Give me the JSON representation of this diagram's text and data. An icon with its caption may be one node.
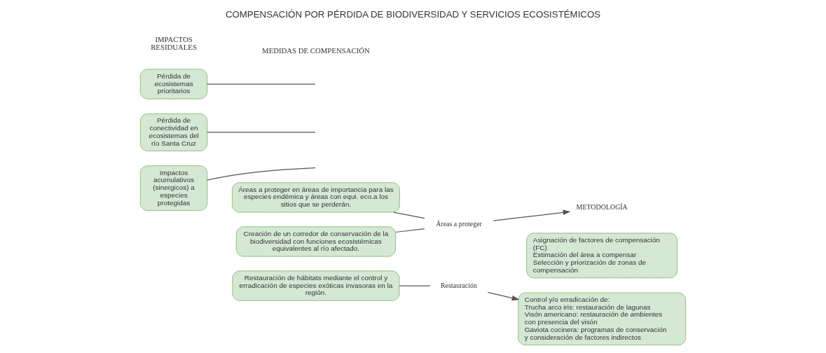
{
  "diagram": {
    "title": "COMPENSACIÓN POR PÉRDIDA DE BIODIVERSIDAD Y SERVICIOS ECOSISTÉMICOS",
    "nodes": [
      {
        "text": [
          "Pérdida de ecosistemas prioritarios"
        ]
      },
      {
        "text": [
          "Pérdida de conectividad en ecosistemas del río Santa Cruz"
        ]
      },
      {
        "text": [
          "Impactos acumulativos (sinergicos) a especies protegidas"
        ]
      },
      {
        "text": [
          "Áreas a proteger en áreas de importancia para las especies endémica y áreas con equi. eco.a los sitios que se perderán."
        ]
      },
      {
        "text": [
          "Creación de un corredor de conservación de la biodiversidad con funciones ecosistémicas equivalentes al río afectado."
        ]
      },
      {
        "text": [
          "Restauración de hábitats mediante el control y erradicación de especies exóticas invasoras en la región."
        ]
      },
      {
        "text": [
          "Áreas a proteger"
        ]
      },
      {
        "text": [
          "Restauración"
        ]
      },
      {
        "text": [
          "METODOLOGÍA"
        ]
      },
      {
        "text": [
          "Asignación de factores de compensación (FC)",
          "Estimación del área a compensar",
          "Selección y priorización de zonas de compensación"
        ]
      },
      {
        "text": [
          "Control y/o erradicación de:",
          "Trucha arco iris: restauración de lagunas",
          "Visón americano: restauración de ambientes con presencia del visón",
          "Gaviota cocinera: programas de conservación y consideración de factores indirectos"
        ]
      }
    ],
    "edges": [
      {
        "from": 0,
        "to": null,
        "arrow": "none"
      },
      {
        "from": 1,
        "to": null,
        "arrow": "none"
      },
      {
        "from": 2,
        "to": null,
        "arrow": "none"
      },
      {
        "from": 3,
        "to": 6,
        "arrow": "none"
      },
      {
        "from": 4,
        "to": 6,
        "arrow": "none"
      },
      {
        "from": 5,
        "to": 7,
        "arrow": "none"
      },
      {
        "from": 6,
        "to": 8,
        "arrow": "to"
      },
      {
        "from": 7,
        "to": 10,
        "arrow": "to"
      }
    ],
    "labels": [
      "IMPACTOS RESIDUALES",
      "MEDIDAS DE COMPENSACIÓN"
    ]
  }
}
